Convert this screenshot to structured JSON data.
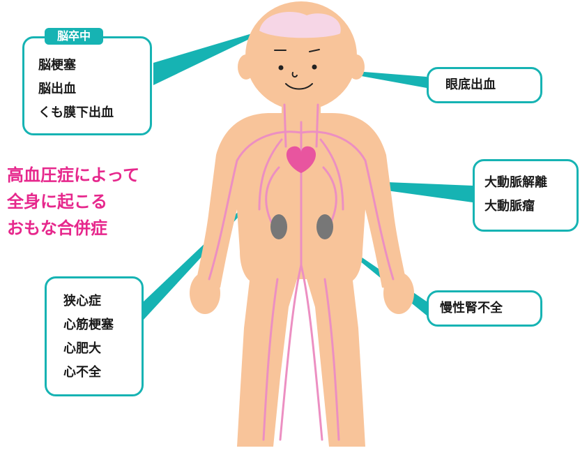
{
  "headline": {
    "lines": [
      "高血圧症によって",
      "全身に起こる",
      "おもな合併症"
    ]
  },
  "callouts": {
    "stroke": {
      "heading": "脳卒中",
      "items": [
        "脳梗塞",
        "脳出血",
        "くも膜下出血"
      ]
    },
    "eye": {
      "items": [
        "眼底出血"
      ]
    },
    "aorta": {
      "items": [
        "大動脈解離",
        "大動脈瘤"
      ]
    },
    "heart": {
      "items": [
        "狭心症",
        "心筋梗塞",
        "心肥大",
        "心不全"
      ]
    },
    "kidney": {
      "items": [
        "慢性腎不全"
      ]
    }
  },
  "colors": {
    "accent_teal": "#16b3b3",
    "headline_magenta": "#e6278c",
    "skin": "#f8c49a",
    "vessel_pink": "#ec8fc2",
    "heart_pink": "#e8559f",
    "brain_pink": "#f6d6e6",
    "kidney_gray": "#777777"
  }
}
